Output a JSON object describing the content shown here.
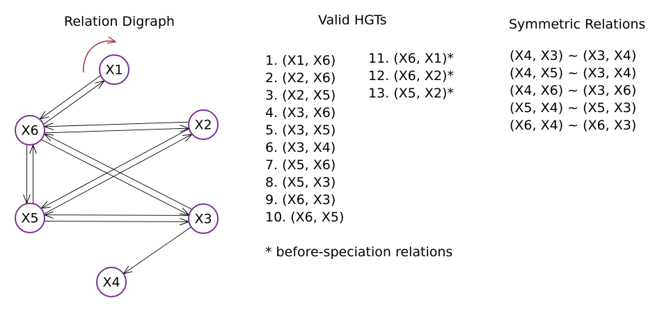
{
  "digraph_title": "Relation Digraph",
  "nodes": [
    {
      "id": "X1",
      "label": "X1"
    },
    {
      "id": "X6",
      "label": "X6"
    },
    {
      "id": "X2",
      "label": "X2"
    },
    {
      "id": "X5",
      "label": "X5"
    },
    {
      "id": "X3",
      "label": "X3"
    },
    {
      "id": "X4",
      "label": "X4"
    }
  ],
  "edges": [
    {
      "from": "X6",
      "to": "X1"
    },
    {
      "from": "X1",
      "to": "X6"
    },
    {
      "from": "X6",
      "to": "X2"
    },
    {
      "from": "X2",
      "to": "X6"
    },
    {
      "from": "X6",
      "to": "X5"
    },
    {
      "from": "X5",
      "to": "X6"
    },
    {
      "from": "X6",
      "to": "X3"
    },
    {
      "from": "X3",
      "to": "X6"
    },
    {
      "from": "X2",
      "to": "X5"
    },
    {
      "from": "X5",
      "to": "X2"
    },
    {
      "from": "X3",
      "to": "X5"
    },
    {
      "from": "X5",
      "to": "X3"
    },
    {
      "from": "X3",
      "to": "X4"
    }
  ],
  "self_loop": {
    "node": "X1",
    "color": "#a83232"
  },
  "node_color": "#7b3294",
  "hgt_title": "Valid HGTs",
  "hgt_list_1": [
    "1. (X1, X6)",
    "2. (X2, X6)",
    "3. (X2, X5)",
    "4. (X3, X6)",
    "5. (X3, X5)",
    "6. (X3, X4)",
    "7. (X5, X6)",
    "8. (X5, X3)",
    "9. (X6, X3)",
    "10. (X6, X5)"
  ],
  "hgt_list_2": [
    "11. (X6, X1)*",
    "12. (X6, X2)*",
    "13. (X5, X2)*"
  ],
  "footnote": "* before-speciation relations",
  "sym_title": "Symmetric Relations",
  "sym_list": [
    "(X4, X3) ~ (X3, X4)",
    "(X4, X5) ~ (X3, X4)",
    "(X4, X6) ~ (X3, X6)",
    "(X5, X4) ~ (X5, X3)",
    "(X6, X4) ~ (X6, X3)"
  ]
}
